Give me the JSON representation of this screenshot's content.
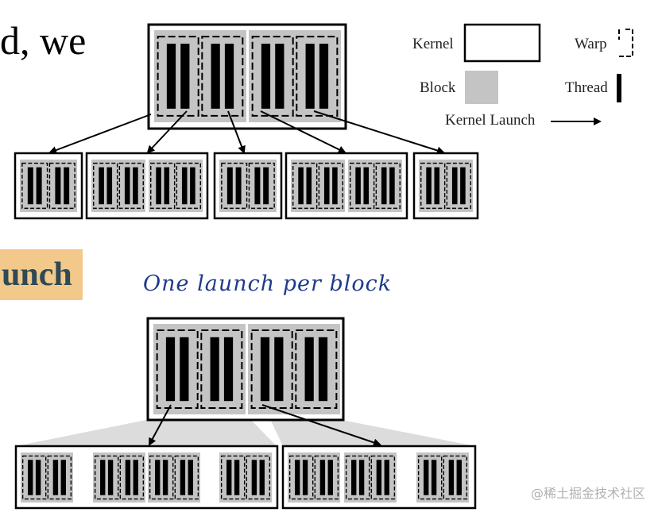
{
  "heading_top": "d, we",
  "heading_launch": "unch",
  "annotation": "One launch per block",
  "legend": {
    "kernel": "Kernel",
    "block": "Block",
    "warp": "Warp",
    "thread": "Thread",
    "kernel_launch": "Kernel Launch"
  },
  "watermark": "@稀土掘金技术社区",
  "colors": {
    "block_fill": "#c4c4c4",
    "highlight": "#f2c98a",
    "heading_dark": "#2d4a55",
    "annotation_ink": "#1e3a8a"
  },
  "diagram": {
    "top_parent_blocks": 2,
    "top_children_blocks": [
      1,
      2,
      1,
      2,
      1
    ],
    "bottom_parent_blocks": 2,
    "bottom_children_groups": [
      [
        1,
        2,
        1
      ],
      [
        2,
        1
      ]
    ]
  }
}
